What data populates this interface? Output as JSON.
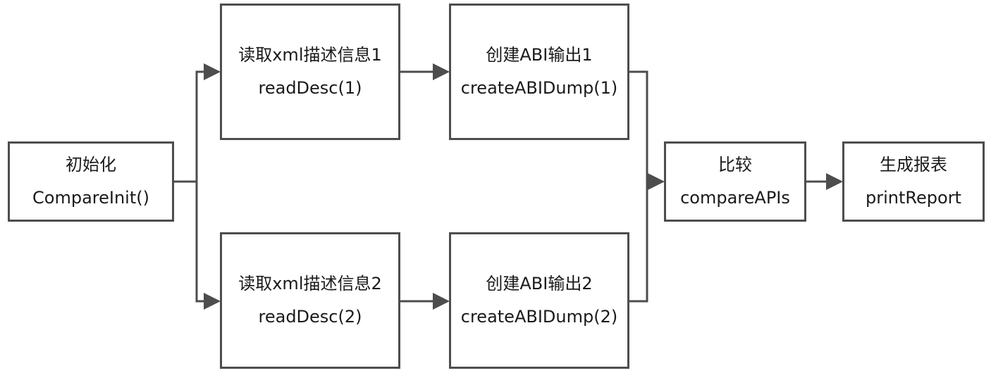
{
  "nodes": {
    "init": {
      "title": "初始化",
      "func": "CompareInit()"
    },
    "read1": {
      "title": "读取xml描述信息1",
      "func": "readDesc(1)"
    },
    "read2": {
      "title": "读取xml描述信息2",
      "func": "readDesc(2)"
    },
    "abi1": {
      "title": "创建ABI输出1",
      "func": "createABIDump(1)"
    },
    "abi2": {
      "title": "创建ABI输出2",
      "func": "createABIDump(2)"
    },
    "compare": {
      "title": "比较",
      "func": "compareAPIs"
    },
    "report": {
      "title": "生成报表",
      "func": "printReport"
    }
  },
  "edges": [
    {
      "from": "init",
      "to": "read1"
    },
    {
      "from": "init",
      "to": "read2"
    },
    {
      "from": "read1",
      "to": "abi1"
    },
    {
      "from": "read2",
      "to": "abi2"
    },
    {
      "from": "abi1",
      "to": "compare"
    },
    {
      "from": "abi2",
      "to": "compare"
    },
    {
      "from": "compare",
      "to": "report"
    }
  ],
  "colors": {
    "stroke": "#4d4d4d",
    "text": "#1a1a1a",
    "background": "#ffffff"
  }
}
